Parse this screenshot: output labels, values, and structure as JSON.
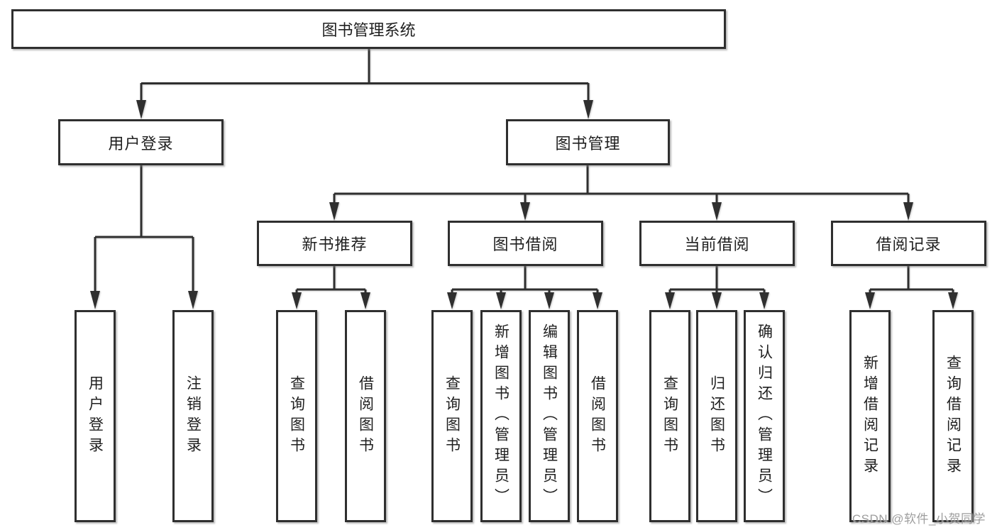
{
  "diagram": {
    "root": {
      "label": "图书管理系统"
    },
    "level2": [
      {
        "label": "用户登录"
      },
      {
        "label": "图书管理"
      }
    ],
    "level3": [
      {
        "label": "新书推荐"
      },
      {
        "label": "图书借阅"
      },
      {
        "label": "当前借阅"
      },
      {
        "label": "借阅记录"
      }
    ],
    "leaves": {
      "userLogin": [
        {
          "label": "用户登录"
        },
        {
          "label": "注销登录"
        }
      ],
      "newBookRecommend": [
        {
          "label": "查询图书"
        },
        {
          "label": "借阅图书"
        }
      ],
      "bookBorrow": [
        {
          "label": "查询图书"
        },
        {
          "label": "新增图书（管理员）"
        },
        {
          "label": "编辑图书（管理员）"
        },
        {
          "label": "借阅图书"
        }
      ],
      "currentBorrow": [
        {
          "label": "查询图书"
        },
        {
          "label": "归还图书"
        },
        {
          "label": "确认归还（管理员）"
        }
      ],
      "borrowRecords": [
        {
          "label": "新增借阅记录"
        },
        {
          "label": "查询借阅记录"
        }
      ]
    }
  },
  "watermark": {
    "text": "CSDN @软件_小贺同学"
  },
  "colors": {
    "line": "#2f2f2f",
    "text": "#1f1f1f",
    "watermark": "#949494",
    "background": "#ffffff"
  }
}
